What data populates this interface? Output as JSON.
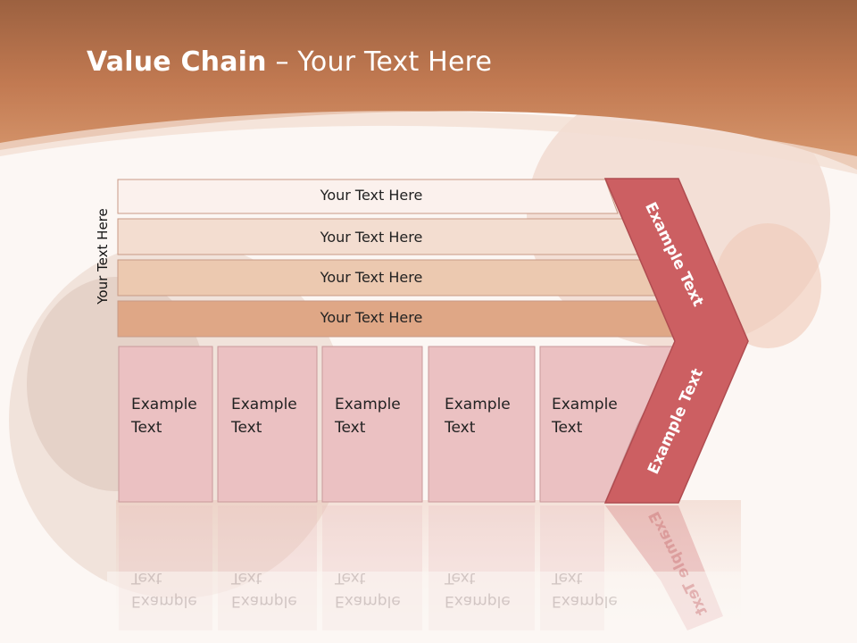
{
  "title": {
    "bold": "Value Chain",
    "rest": " – Your Text Here"
  },
  "side_label": "Your Text Here",
  "rows": [
    "Your Text Here",
    "Your Text Here",
    "Your Text Here",
    "Your Text Here"
  ],
  "columns": [
    "Example\nText",
    "Example\nText",
    "Example\nText",
    "Example\nText",
    "Example\nText"
  ],
  "chevron": {
    "upper": "Example Text",
    "lower": "Example Text"
  },
  "colors": {
    "header": "#c8784b",
    "row1": "#fbf1ed",
    "row2": "#f3ddd0",
    "row3": "#ecc9b0",
    "row4": "#dfa786",
    "column": "#ebc1c2",
    "chevron": "#cc5f62"
  }
}
